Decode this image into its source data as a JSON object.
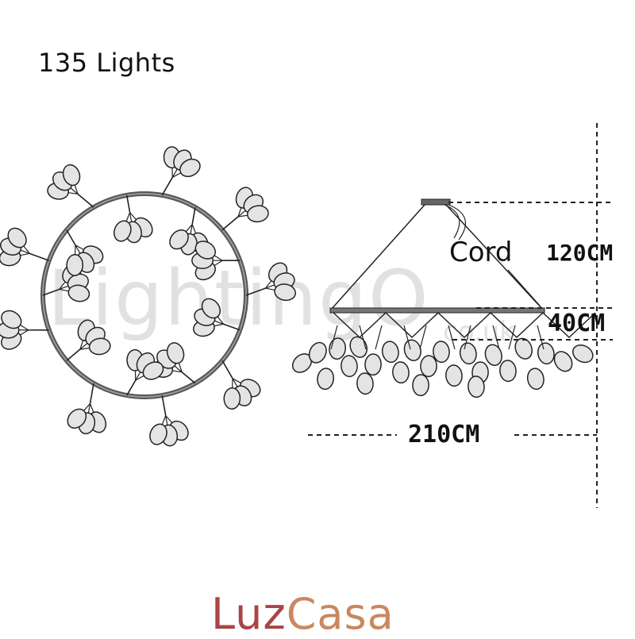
{
  "title": "135 Lights",
  "labels": {
    "height_total": "120CM",
    "height_fixture": "40CM",
    "width": "210CM",
    "cord": "Cord"
  },
  "watermark": {
    "main": "LightingO",
    "suffix": "co.uk"
  },
  "brand": {
    "part1": "Luz",
    "part2": "Casa"
  },
  "colors": {
    "line": "#222222",
    "leaf_fill": "#e4e4e4",
    "brand_primary": "#a94545",
    "brand_secondary": "#c9885e"
  }
}
